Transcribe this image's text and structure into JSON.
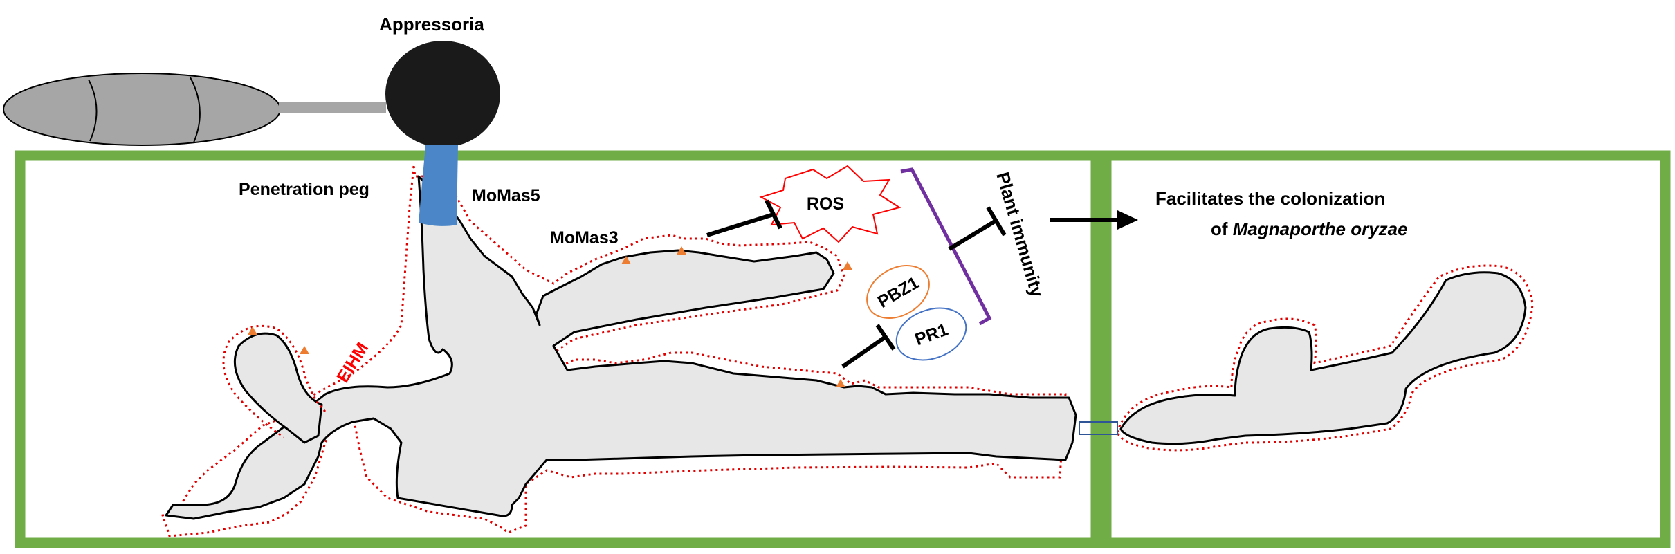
{
  "labels": {
    "appressoria": "Appressoria",
    "penetration_peg": "Penetration peg",
    "momas5": "MoMas5",
    "momas3": "MoMas3",
    "eihm": "EIHM",
    "ros": "ROS",
    "pbz1": "PBZ1",
    "pr1": "PR1",
    "plant_immunity": "Plant immunity",
    "facilitates_line1": "Facilitates the colonization",
    "facilitates_line2_prefix": "of ",
    "facilitates_line2_species": "Magnaporthe oryzae"
  },
  "colors": {
    "cell_wall": "#70ad47",
    "hypha_fill": "#e7e7e7",
    "outline": "#000000",
    "eihm_dotted": "#e00000",
    "eihm_label": "#ff0000",
    "spore_fill": "#a6a6a6",
    "appressorium_fill": "#1a1a1a",
    "peg_fill": "#4a86c8",
    "effector_marker": "#ed7d31",
    "ros_outline": "#ff0000",
    "pbz1_outline": "#ed7d31",
    "pr1_outline": "#4472c4",
    "bracket": "#7030a0",
    "connector": "#2f5597"
  }
}
